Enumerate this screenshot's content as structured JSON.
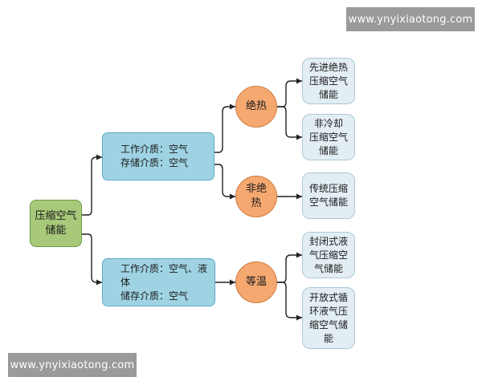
{
  "watermark_top": "www.ynyixiaotong.com",
  "watermark_bottom": "www.ynyixiaotong.com",
  "root": {
    "lines": [
      "压缩空气",
      "储能"
    ]
  },
  "media": [
    {
      "lines": [
        "工作介质：空气",
        "存储介质：空气"
      ]
    },
    {
      "lines": [
        "工作介质：空气、液体",
        "储存介质：空气"
      ]
    }
  ],
  "types": [
    {
      "lines": [
        "绝热"
      ]
    },
    {
      "lines": [
        "非绝",
        "热"
      ]
    },
    {
      "lines": [
        "等温"
      ]
    }
  ],
  "leaves": [
    {
      "lines": [
        "先进绝热",
        "压缩空气",
        "储能"
      ]
    },
    {
      "lines": [
        "非冷却",
        "压缩空气",
        "储能"
      ]
    },
    {
      "lines": [
        "传统压缩",
        "空气储能"
      ]
    },
    {
      "lines": [
        "封闭式液",
        "气压缩空",
        "气储能"
      ]
    },
    {
      "lines": [
        "开放式循",
        "环液气压",
        "缩空气储",
        "能"
      ]
    }
  ],
  "colors": {
    "root_fill": "#a8c97a",
    "medium_fill": "#9fd3e3",
    "type_fill": "#f5a870",
    "leaf_fill": "#e3eef4",
    "connector": "#222222"
  }
}
